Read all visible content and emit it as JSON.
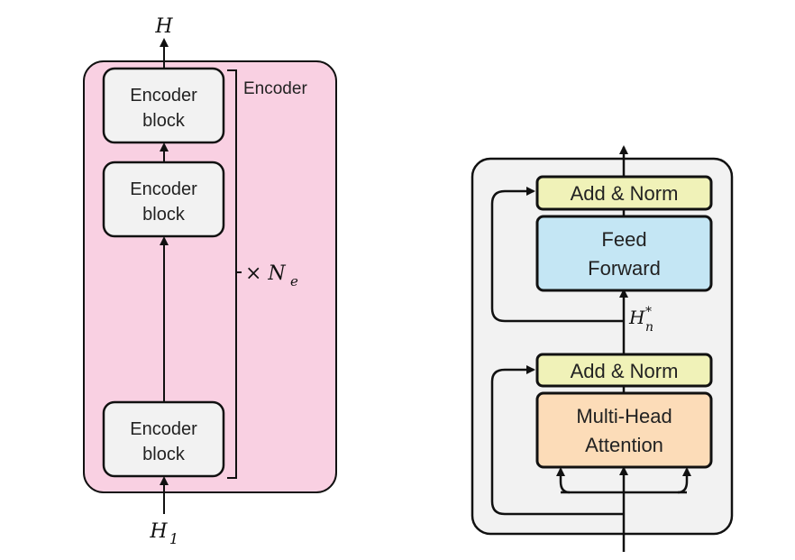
{
  "left": {
    "output_label": "H",
    "input_label": "H",
    "input_subscript": "1",
    "group_label": "Encoder",
    "repeat_label": "× N",
    "repeat_subscript": "e",
    "blocks": [
      {
        "line1": "Encoder",
        "line2": "block"
      },
      {
        "line1": "Encoder",
        "line2": "block"
      },
      {
        "line1": "Encoder",
        "line2": "block"
      }
    ]
  },
  "right": {
    "add_norm_top": "Add & Norm",
    "feed_forward_line1": "Feed",
    "feed_forward_line2": "Forward",
    "intermediate_label": "H",
    "intermediate_subscript": "n",
    "intermediate_superscript": "*",
    "add_norm_bottom": "Add & Norm",
    "attention_line1": "Multi-Head",
    "attention_line2": "Attention"
  },
  "colors": {
    "encoder_bg": "#f9d0e2",
    "block_bg": "#f2f2f2",
    "layer_bg": "#f2f2f2",
    "add_norm": "#f0f2b8",
    "feed_forward": "#c4e6f4",
    "attention": "#fcdcb8",
    "stroke": "#111111"
  }
}
